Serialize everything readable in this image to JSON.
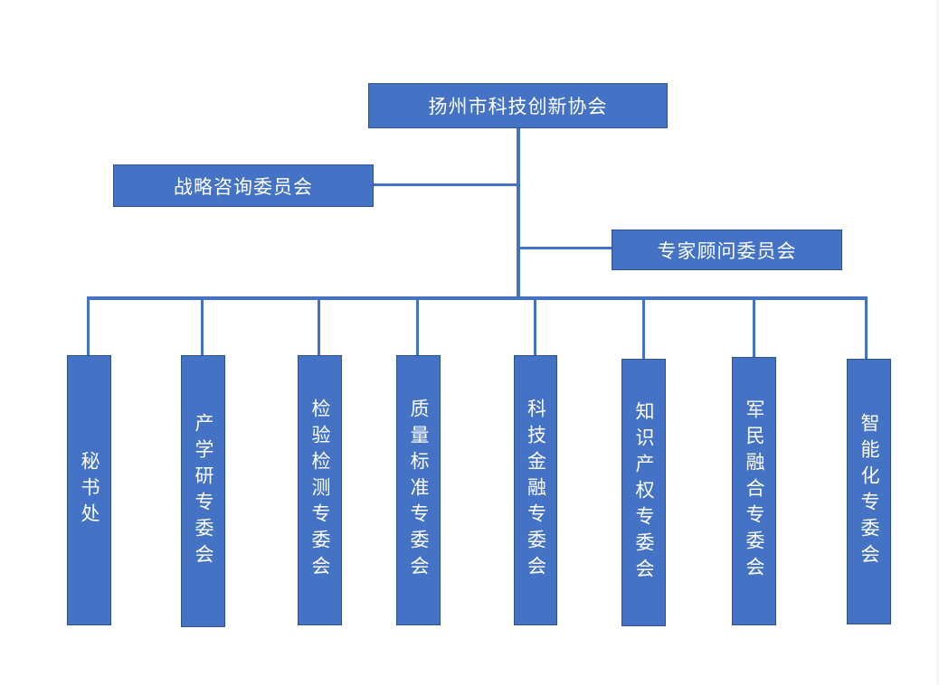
{
  "org": {
    "root": "扬州市科技创新协会",
    "advisory": [
      "战略咨询委员会",
      "专家顾问委员会"
    ],
    "units": [
      "秘书处",
      "产学研专委会",
      "检验检测专委会",
      "质量标准专委会",
      "科技金融专委会",
      "知识产权专委会",
      "军民融合专委会",
      "智能化专委会"
    ]
  },
  "colors": {
    "box_fill": "#4472c4",
    "box_border": "#2f528f",
    "line": "#4472c4",
    "text": "#ffffff"
  }
}
